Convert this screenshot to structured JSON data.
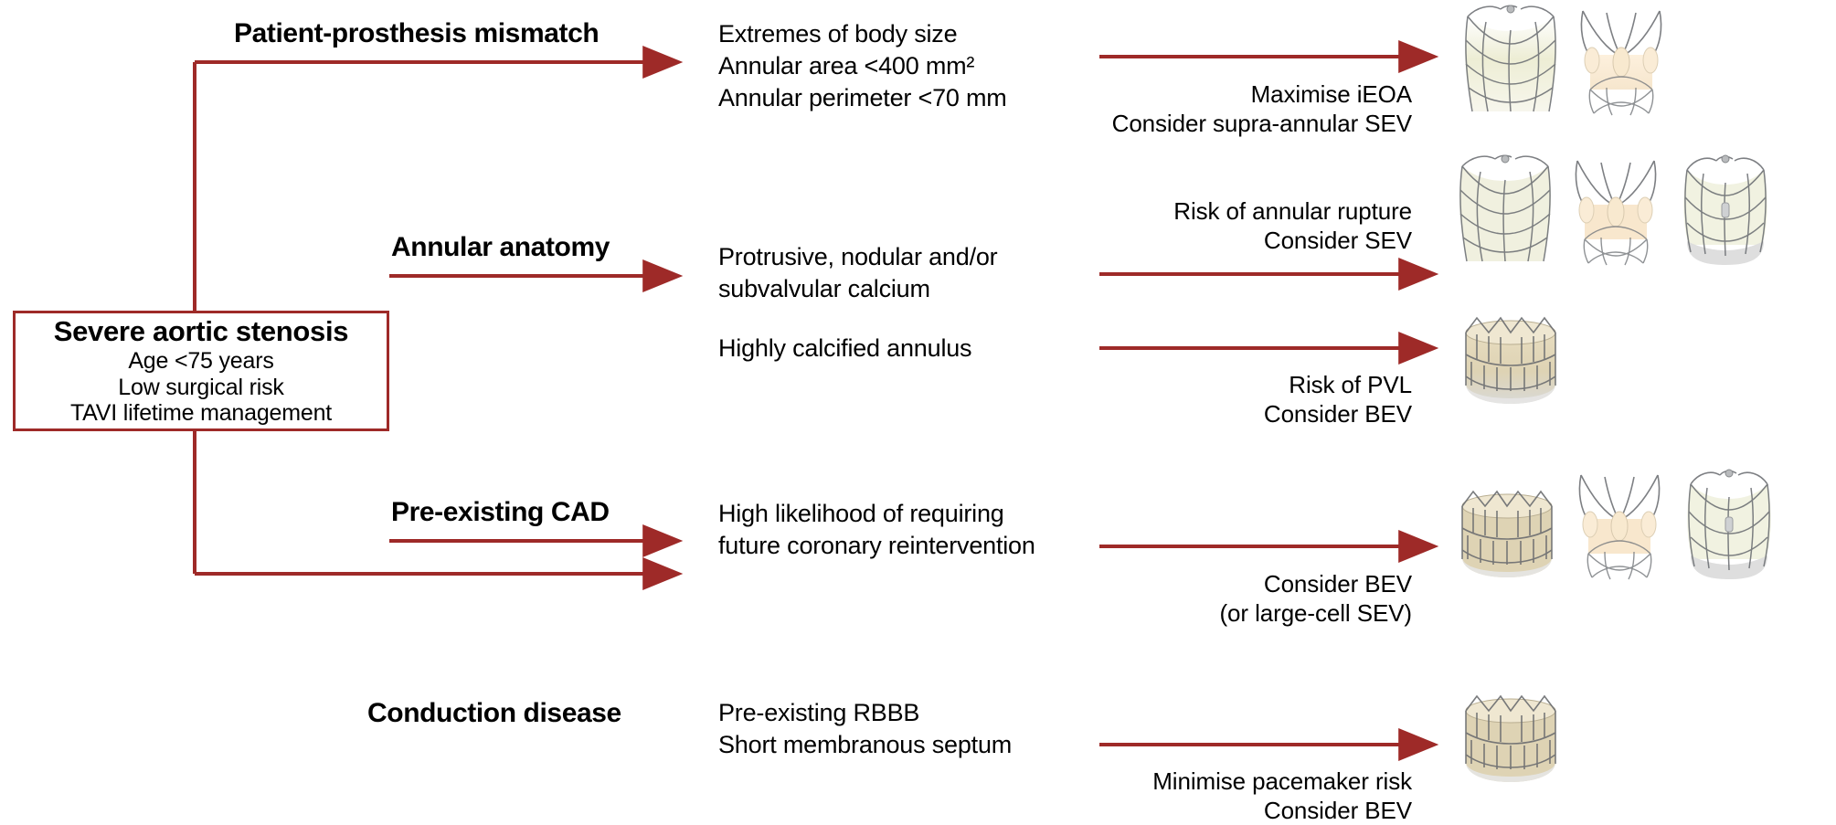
{
  "diagram": {
    "title_internal": "TAVI valve selection decision tree",
    "accent_color": "#9e2a28",
    "text_color": "#000000"
  },
  "root": {
    "title": "Severe aortic stenosis",
    "lines": [
      "Age <75 years",
      "Low surgical risk",
      "TAVI lifetime management"
    ]
  },
  "branches": [
    {
      "id": "patient-prosthesis-mismatch",
      "label": "Patient-prosthesis mismatch",
      "criteria": "Extremes of body size\nAnnular area <400 mm²\nAnnular perimeter <70 mm",
      "recommendation": "Maximise iEOA\nConsider supra-annular SEV",
      "recommendation_position": "below",
      "valves": [
        "sev-tall-mesh",
        "sev-open-frame"
      ]
    },
    {
      "id": "annular-anatomy",
      "label": "Annular anatomy",
      "criteria": "Protrusive, nodular and/or\nsubvalvular calcium",
      "recommendation": "Risk of annular rupture\nConsider SEV",
      "recommendation_position": "above",
      "valves": [
        "sev-tall-mesh",
        "sev-open-frame",
        "sev-skirted"
      ]
    },
    {
      "id": "highly-calcified-annulus",
      "label": "",
      "criteria": "Highly calcified annulus",
      "recommendation": "Risk of PVL\nConsider BEV",
      "recommendation_position": "below",
      "valves": [
        "bev-short"
      ]
    },
    {
      "id": "pre-existing-cad",
      "label": "Pre-existing CAD",
      "criteria": "High likelihood of requiring\nfuture coronary reintervention",
      "recommendation": "Consider BEV\n(or large-cell SEV)",
      "recommendation_position": "below",
      "valves": [
        "bev-short",
        "sev-open-frame",
        "sev-skirted"
      ]
    },
    {
      "id": "conduction-disease",
      "label": "Conduction disease",
      "criteria": "Pre-existing RBBB\nShort membranous septum",
      "recommendation": "Minimise pacemaker risk\nConsider BEV",
      "recommendation_position": "below",
      "valves": [
        "bev-short"
      ]
    }
  ],
  "icons": {
    "arrow": "arrow-right-icon",
    "valve_sev": "self-expanding-valve-icon",
    "valve_bev": "balloon-expandable-valve-icon"
  }
}
